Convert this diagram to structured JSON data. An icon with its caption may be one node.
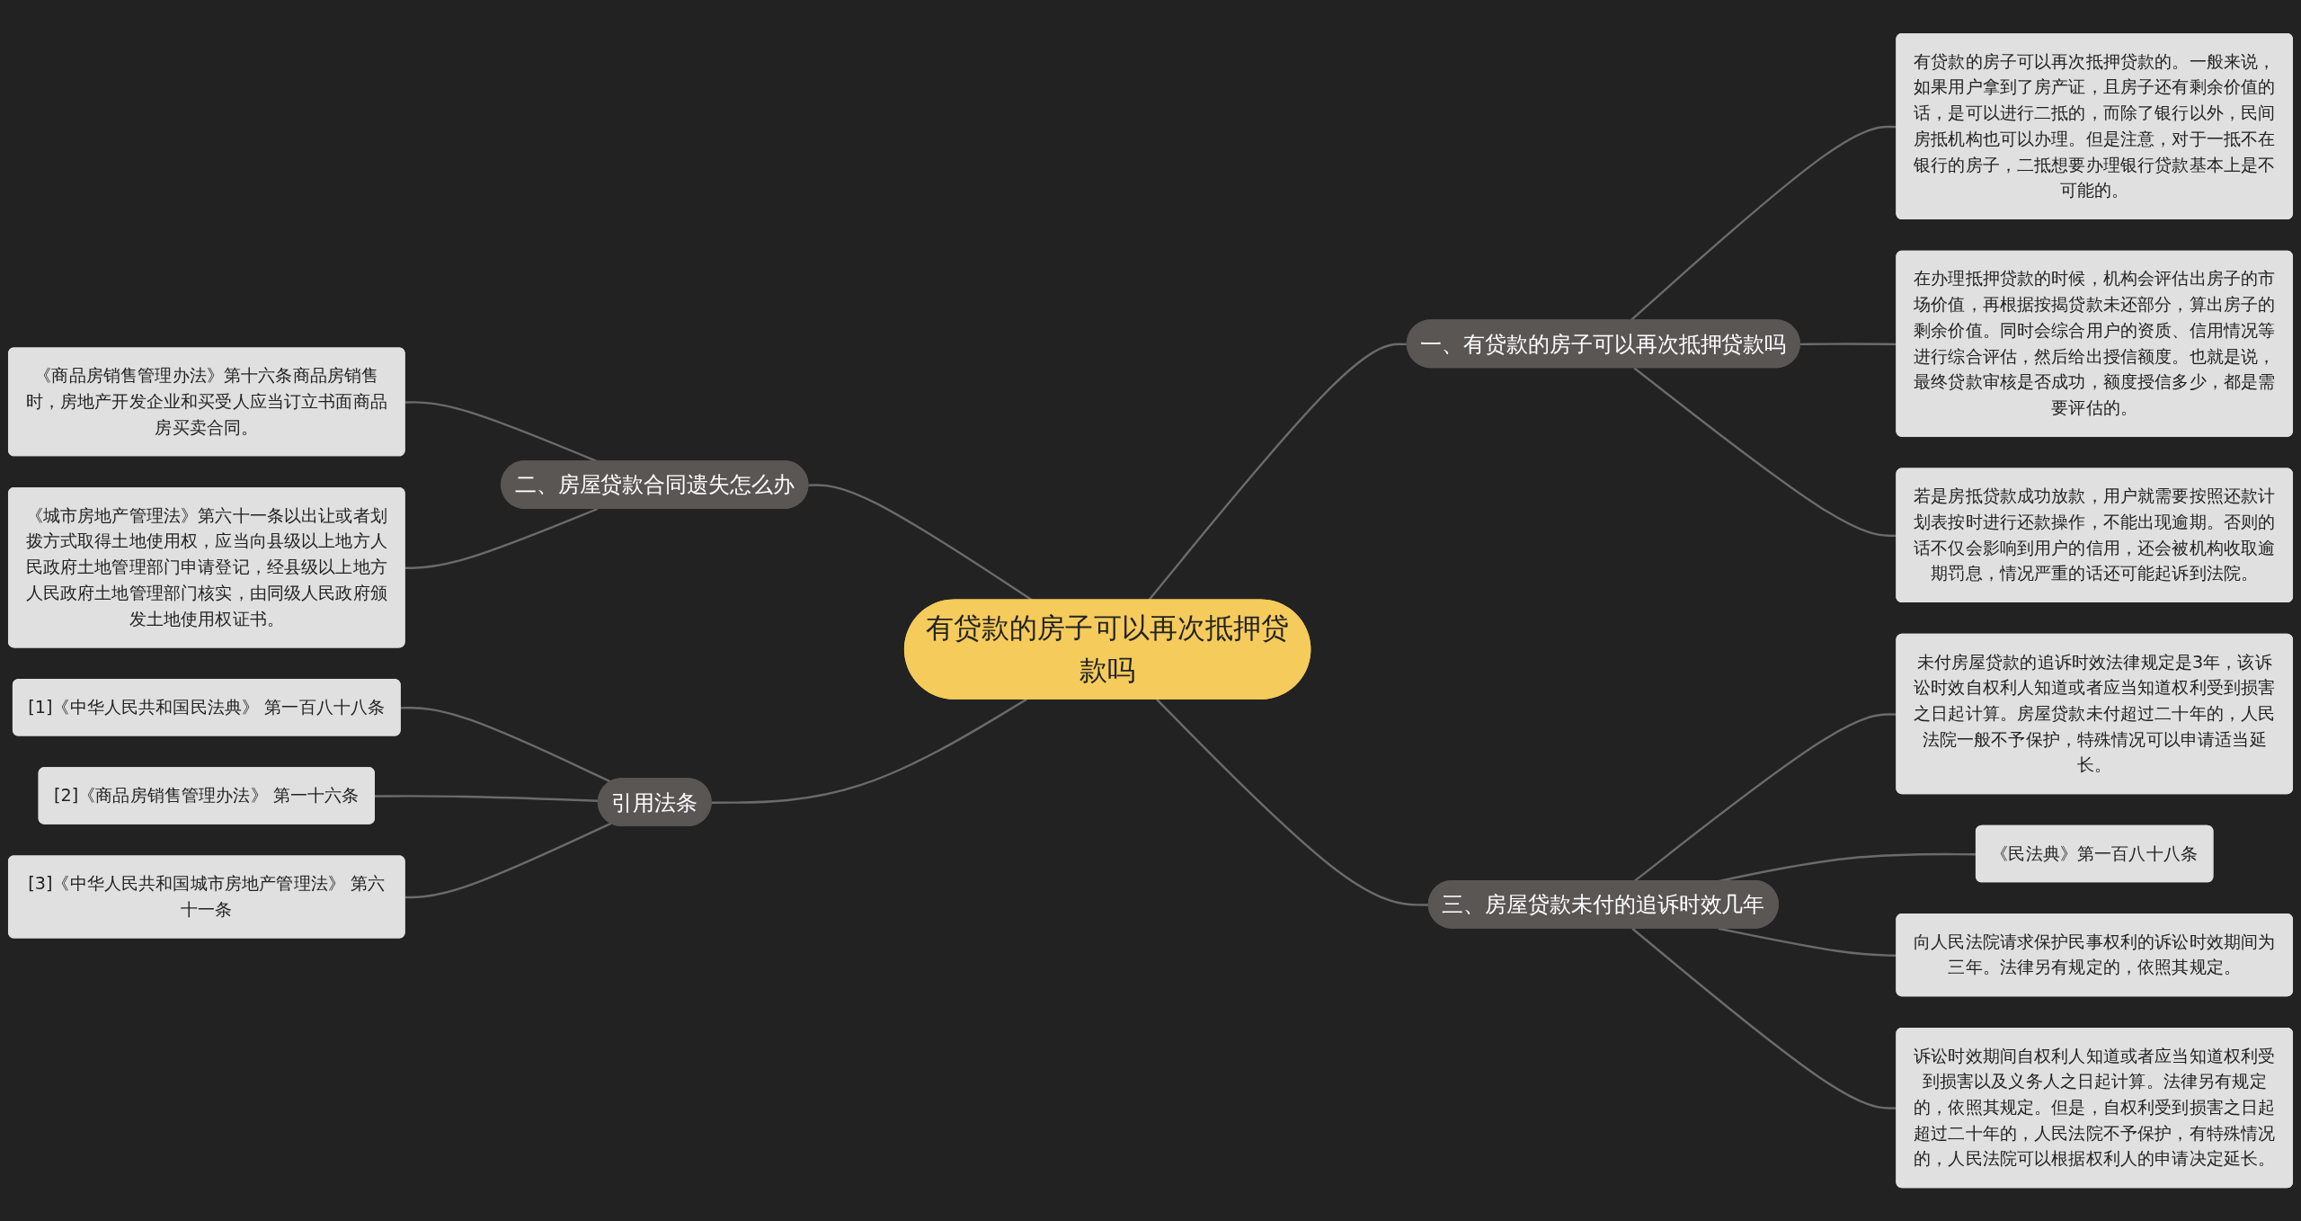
{
  "diagram": {
    "nodes": [
      {
        "text": [
          "有贷款的房子可以再次抵押贷款吗"
        ]
      },
      {
        "text": [
          "一、有贷款的房子可以再次抵押贷款吗"
        ]
      },
      {
        "text": [
          "有贷款的房子可以再次抵押贷款的。一般来说，如果用户拿到了房产证，且房子还有剩余价值的话，是可以进行二抵的，而除了银行以外，民间房抵机构也可以办理。但是注意，对于一抵不在银行的房子，二抵想要办理银行贷款基本上是不可能的。"
        ]
      },
      {
        "text": [
          "在办理抵押贷款的时候，机构会评估出房子的市场价值，再根据按揭贷款未还部分，算出房子的剩余价值。同时会综合用户的资质、信用情况等进行综合评估，然后给出授信额度。也就是说，最终贷款审核是否成功，额度授信多少，都是需要评估的。"
        ]
      },
      {
        "text": [
          "若是房抵贷款成功放款，用户就需要按照还款计划表按时进行还款操作，不能出现逾期。否则的话不仅会影响到用户的信用，还会被机构收取逾期罚息，情况严重的话还可能起诉到法院。"
        ]
      },
      {
        "text": [
          "二、房屋贷款合同遗失怎么办"
        ]
      },
      {
        "text": [
          "《商品房销售管理办法》第十六条商品房销售时，房地产开发企业和买受人应当订立书面商品房买卖合同。"
        ]
      },
      {
        "text": [
          "《城市房地产管理法》第六十一条以出让或者划拨方式取得土地使用权，应当向县级以上地方人民政府土地管理部门申请登记，经县级以上地方人民政府土地管理部门核实，由同级人民政府颁发土地使用权证书。"
        ]
      },
      {
        "text": [
          "三、房屋贷款未付的追诉时效几年"
        ]
      },
      {
        "text": [
          "未付房屋贷款的追诉时效法律规定是3年，该诉讼时效自权利人知道或者应当知道权利受到损害之日起计算。房屋贷款未付超过二十年的，人民法院一般不予保护，特殊情况可以申请适当延长。"
        ]
      },
      {
        "text": [
          "《民法典》第一百八十八条"
        ]
      },
      {
        "text": [
          "向人民法院请求保护民事权利的诉讼时效期间为三年。法律另有规定的，依照其规定。"
        ]
      },
      {
        "text": [
          "诉讼时效期间自权利人知道或者应当知道权利受到损害以及义务人之日起计算。法律另有规定的，依照其规定。但是，自权利受到损害之日起超过二十年的，人民法院不予保护，有特殊情况的，人民法院可以根据权利人的申请决定延长。"
        ]
      },
      {
        "text": [
          "引用法条"
        ]
      },
      {
        "text": [
          "[1]《中华人民共和国民法典》 第一百八十八条"
        ]
      },
      {
        "text": [
          "[2]《商品房销售管理办法》 第一十六条"
        ]
      },
      {
        "text": [
          "[3]《中华人民共和国城市房地产管理法》 第六十一条"
        ]
      }
    ],
    "edges": [
      {
        "from": 0,
        "to": 1,
        "arrow": "none"
      },
      {
        "from": 1,
        "to": 2,
        "arrow": "none"
      },
      {
        "from": 1,
        "to": 3,
        "arrow": "none"
      },
      {
        "from": 1,
        "to": 4,
        "arrow": "none"
      },
      {
        "from": 0,
        "to": 5,
        "arrow": "none"
      },
      {
        "from": 5,
        "to": 6,
        "arrow": "none"
      },
      {
        "from": 5,
        "to": 7,
        "arrow": "none"
      },
      {
        "from": 0,
        "to": 8,
        "arrow": "none"
      },
      {
        "from": 8,
        "to": 9,
        "arrow": "none"
      },
      {
        "from": 8,
        "to": 10,
        "arrow": "none"
      },
      {
        "from": 8,
        "to": 11,
        "arrow": "none"
      },
      {
        "from": 8,
        "to": 12,
        "arrow": "none"
      },
      {
        "from": 0,
        "to": 13,
        "arrow": "none"
      },
      {
        "from": 13,
        "to": 14,
        "arrow": "none"
      },
      {
        "from": 13,
        "to": 15,
        "arrow": "none"
      },
      {
        "from": 13,
        "to": 16,
        "arrow": "none"
      }
    ]
  }
}
